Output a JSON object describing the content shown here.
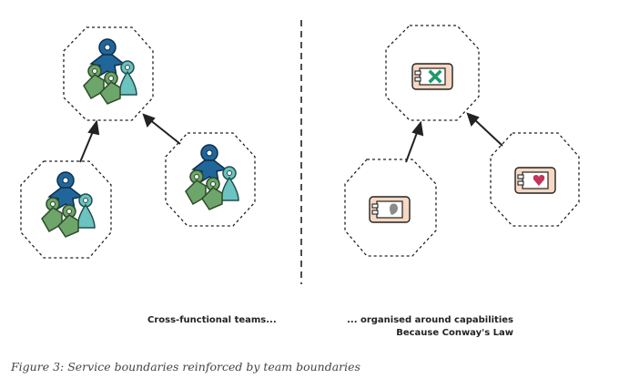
{
  "diagram": {
    "left_label": "Cross-functional teams...",
    "right_label_line1": "... organised around capabilities",
    "right_label_line2": "Because Conway's Law",
    "caption": "Figure 3: Service boundaries reinforced by team boundaries",
    "colors": {
      "dark_blue": "#21669b",
      "green": "#6ea56a",
      "teal": "#6cc3c0",
      "box_fill": "#f6d8c3",
      "cross": "#1f9a6b",
      "heart": "#c4345c",
      "leaf": "#8b8b8b"
    },
    "icons": {
      "left": "team-icon",
      "right": [
        "service-cross-icon",
        "service-leaf-icon",
        "service-heart-icon"
      ]
    }
  }
}
